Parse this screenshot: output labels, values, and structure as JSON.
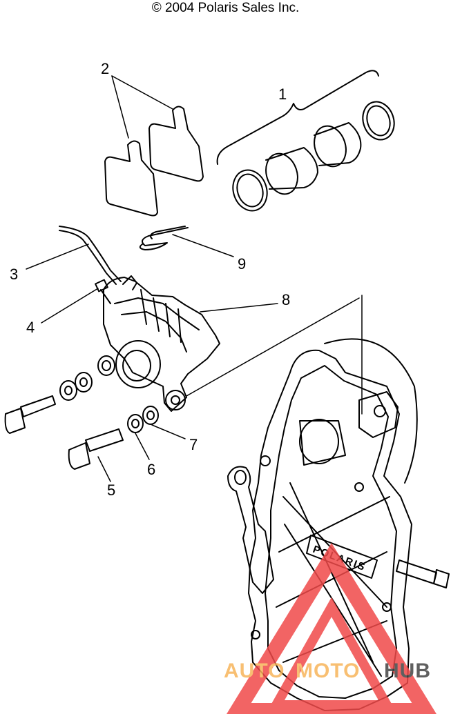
{
  "header": {
    "copyright": "© 2004 Polaris Sales Inc."
  },
  "callouts": [
    {
      "id": "1",
      "label": "1"
    },
    {
      "id": "2",
      "label": "2"
    },
    {
      "id": "3",
      "label": "3"
    },
    {
      "id": "4",
      "label": "4"
    },
    {
      "id": "5",
      "label": "5"
    },
    {
      "id": "6",
      "label": "6"
    },
    {
      "id": "7",
      "label": "7"
    },
    {
      "id": "8",
      "label": "8"
    },
    {
      "id": "9",
      "label": "9"
    }
  ],
  "part_logo": {
    "text": "POLARIS"
  },
  "watermark": {
    "text_left": "AUTO",
    "text_middle": "MOTO",
    "text_right": "HUB",
    "color_primary": "#f04a4a",
    "color_secondary": "#f7b45a",
    "color_dark": "#444444"
  }
}
